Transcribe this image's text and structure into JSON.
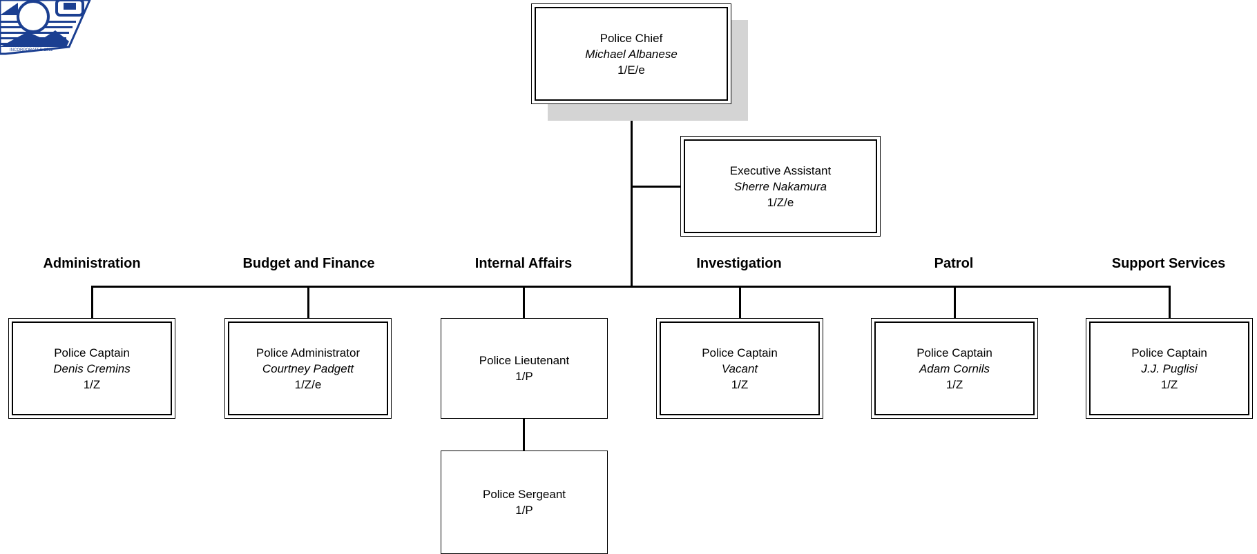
{
  "logo": {
    "text": "INCORPORATED 1911",
    "primary_color": "#1b3f91"
  },
  "chief": {
    "title": "Police Chief",
    "name": "Michael Albanese",
    "code": "1/E/e"
  },
  "assistant": {
    "title": "Executive Assistant",
    "name": "Sherre Nakamura",
    "code": "1/Z/e"
  },
  "divisions": [
    {
      "heading": "Administration",
      "title": "Police Captain",
      "name": "Denis Cremins",
      "code": "1/Z"
    },
    {
      "heading": "Budget and Finance",
      "title": "Police Administrator",
      "name": "Courtney Padgett",
      "code": "1/Z/e"
    },
    {
      "heading": "Internal Affairs",
      "title": "Police Lieutenant",
      "name": "",
      "code": "1/P"
    },
    {
      "heading": "Investigation",
      "title": "Police Captain",
      "name": "Vacant",
      "code": "1/Z"
    },
    {
      "heading": "Patrol",
      "title": "Police Captain",
      "name": "Adam Cornils",
      "code": "1/Z"
    },
    {
      "heading": "Support Services",
      "title": "Police Captain",
      "name": "J.J. Puglisi",
      "code": "1/Z"
    }
  ],
  "sergeant": {
    "title": "Police Sergeant",
    "code": "1/P"
  },
  "colors": {
    "line": "#000000",
    "shadow": "#d4d4d4"
  }
}
